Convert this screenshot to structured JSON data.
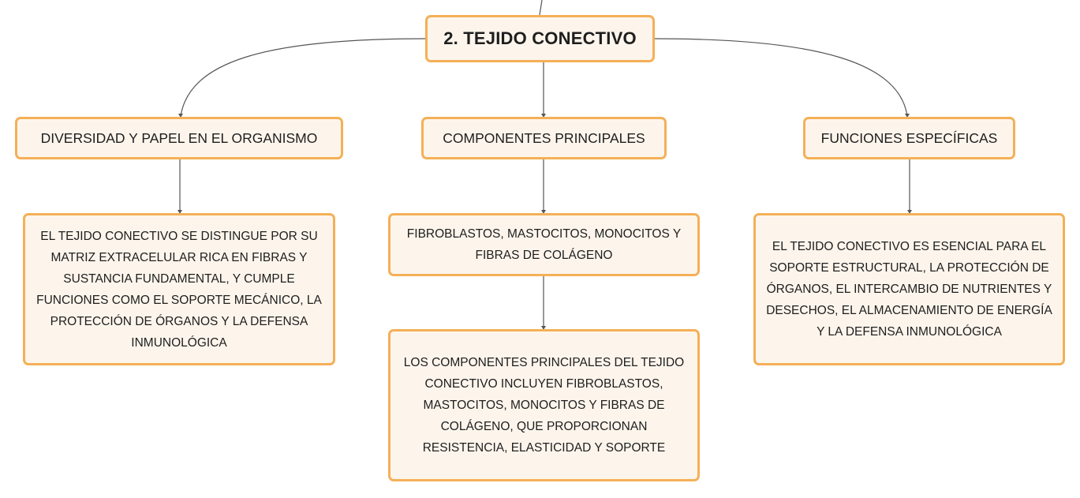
{
  "diagram": {
    "root": {
      "label": "2. TEJIDO CONECTIVO"
    },
    "branches": [
      {
        "label": "DIVERSIDAD Y PAPEL EN EL ORGANISMO",
        "detail": "EL TEJIDO CONECTIVO SE DISTINGUE POR SU MATRIZ EXTRACELULAR RICA EN FIBRAS Y SUSTANCIA FUNDAMENTAL, Y CUMPLE FUNCIONES COMO EL SOPORTE MECÁNICO, LA PROTECCIÓN DE ÓRGANOS Y LA DEFENSA INMUNOLÓGICA"
      },
      {
        "label": "COMPONENTES PRINCIPALES",
        "detail": "FIBROBLASTOS, MASTOCITOS, MONOCITOS Y FIBRAS DE COLÁGENO",
        "sub_detail": "LOS COMPONENTES PRINCIPALES DEL TEJIDO CONECTIVO INCLUYEN FIBROBLASTOS, MASTOCITOS, MONOCITOS Y FIBRAS DE COLÁGENO, QUE PROPORCIONAN RESISTENCIA, ELASTICIDAD Y SOPORTE"
      },
      {
        "label": "FUNCIONES ESPECÍFICAS",
        "detail": "EL TEJIDO CONECTIVO ES ESENCIAL PARA EL SOPORTE ESTRUCTURAL, LA PROTECCIÓN DE ÓRGANOS, EL INTERCAMBIO DE NUTRIENTES Y DESECHOS, EL ALMACENAMIENTO DE ENERGÍA Y LA DEFENSA INMUNOLÓGICA"
      }
    ],
    "colors": {
      "node_fill": "#fdf5ec",
      "node_border": "#f4b057",
      "connector": "#555555",
      "text": "#1e1e1e"
    }
  }
}
